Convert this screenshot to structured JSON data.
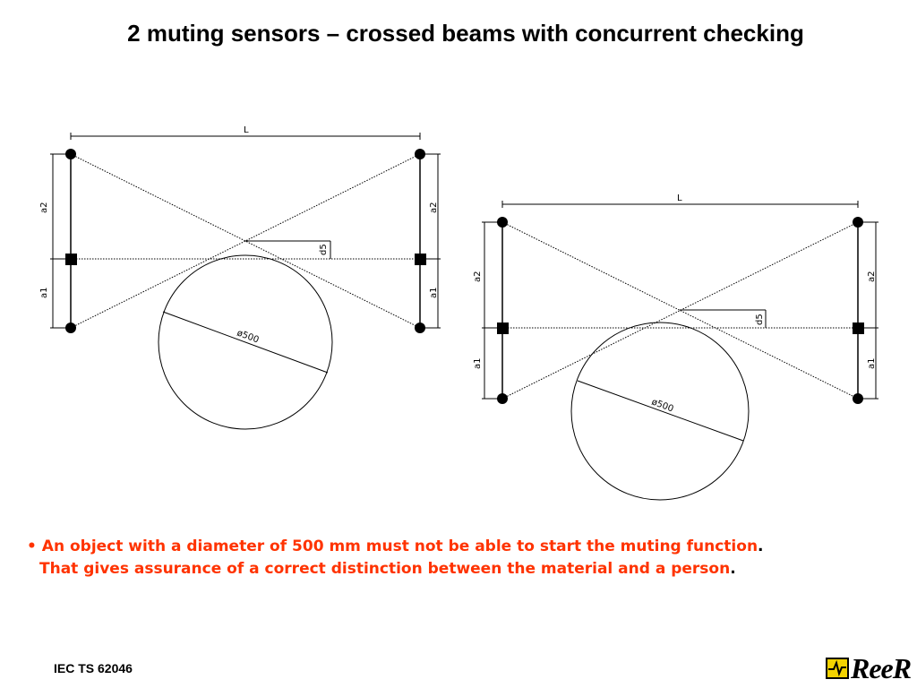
{
  "title": "2 muting sensors – crossed beams with concurrent checking",
  "diagram": {
    "label_length": "L",
    "label_a2": "a2",
    "label_a1": "a1",
    "label_d5": "d5",
    "label_diameter": "ø500"
  },
  "bullet": {
    "marker": "•",
    "line1": "An object with a diameter of 500 mm must not be able to start the muting function",
    "line1_end": ".",
    "line2": "That gives assurance of a correct distinction between the material and a person",
    "line2_end": "."
  },
  "footer": {
    "standard": "IEC TS 62046"
  },
  "logo": {
    "text": "ReeR"
  },
  "colors": {
    "bullet_text": "#ff3300",
    "logo_mark": "#f2d200"
  }
}
